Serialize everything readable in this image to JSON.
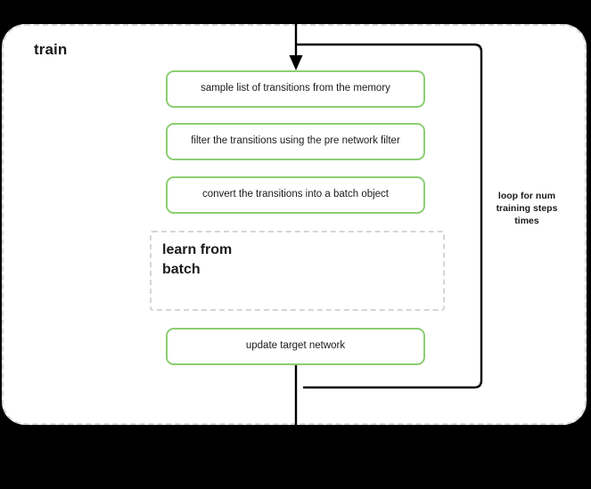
{
  "diagram": {
    "title": "train",
    "background_color": "#000000",
    "panel_color": "#ffffff",
    "accent_color": "#8cce72",
    "dashed_border_color": "#d6d6d6",
    "line_color": "#000000",
    "steps": [
      {
        "id": "sample",
        "label": "sample list of transitions from the memory"
      },
      {
        "id": "filter",
        "label": "filter the transitions using the pre network filter"
      },
      {
        "id": "convert",
        "label": "convert the transitions into a batch object"
      },
      {
        "id": "update",
        "label": "update target network"
      }
    ],
    "subblock": {
      "title": "learn from\nbatch"
    },
    "loop_annotation": "loop for num\ntraining steps\ntimes",
    "icons": {
      "arrow_down": "arrow-down-icon",
      "loop_path": "loop-arrow-icon"
    }
  }
}
